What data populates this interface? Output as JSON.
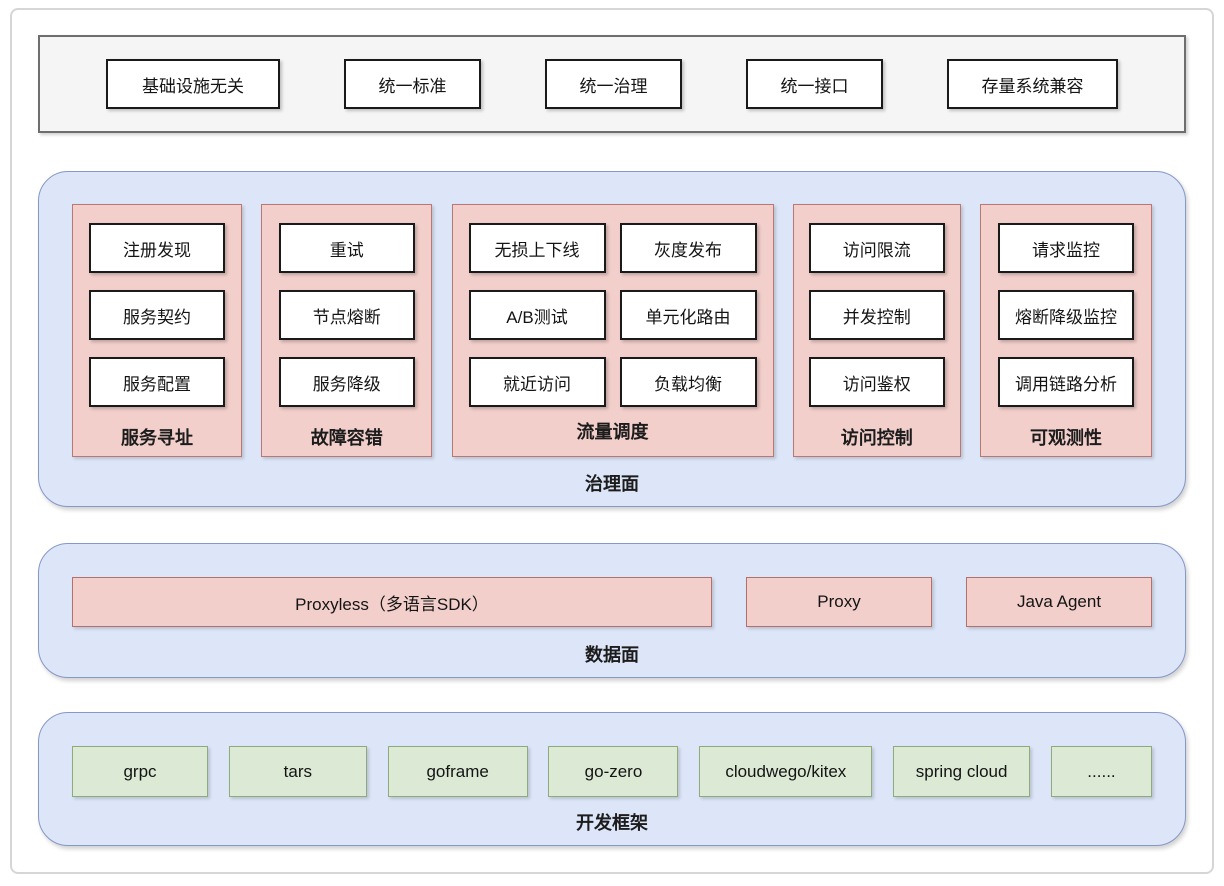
{
  "principles": {
    "items": [
      "基础设施无关",
      "统一标准",
      "统一治理",
      "统一接口",
      "存量系统兼容"
    ]
  },
  "governance": {
    "label": "治理面",
    "groups": [
      {
        "label": "服务寻址",
        "items": [
          "注册发现",
          "服务契约",
          "服务配置"
        ]
      },
      {
        "label": "故障容错",
        "items": [
          "重试",
          "节点熔断",
          "服务降级"
        ]
      },
      {
        "label": "流量调度",
        "items": [
          "无损上下线",
          "灰度发布",
          "A/B测试",
          "单元化路由",
          "就近访问",
          "负载均衡"
        ]
      },
      {
        "label": "访问控制",
        "items": [
          "访问限流",
          "并发控制",
          "访问鉴权"
        ]
      },
      {
        "label": "可观测性",
        "items": [
          "请求监控",
          "熔断降级监控",
          "调用链路分析"
        ]
      }
    ]
  },
  "data_plane": {
    "label": "数据面",
    "items": [
      "Proxyless（多语言SDK）",
      "Proxy",
      "Java Agent"
    ]
  },
  "frameworks": {
    "label": "开发框架",
    "items": [
      "grpc",
      "tars",
      "goframe",
      "go-zero",
      "cloudwego/kitex",
      "spring cloud",
      "......"
    ]
  },
  "colors": {
    "plane_fill": "#dce6f8",
    "plane_border": "#8698c7",
    "pink_fill": "#f2cfcb",
    "pink_container_border": "#b97873",
    "pink_box_border": "#b4716c",
    "green_fill": "#dbe9d5",
    "green_border": "#8eab7b",
    "gray_bar_fill": "#f5f5f5",
    "gray_bar_border": "#6e6e6e",
    "white_box_border": "#1a1a1a",
    "outer_frame_border": "#d6d6d6"
  }
}
